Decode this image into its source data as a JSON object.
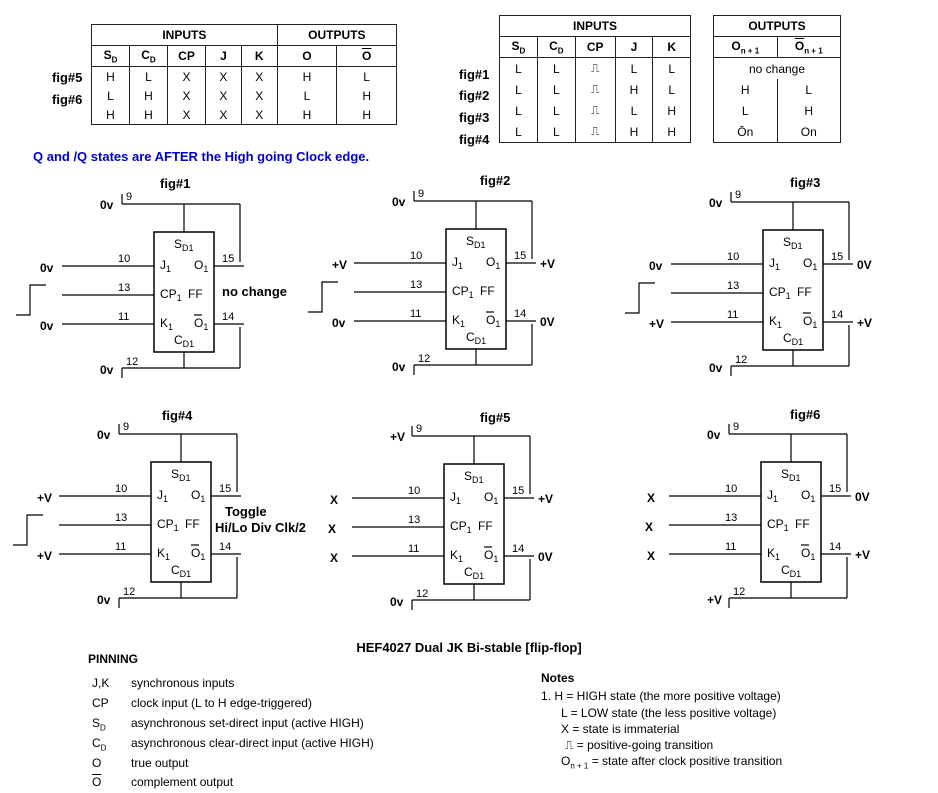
{
  "table_left": {
    "group_inputs": "INPUTS",
    "group_outputs": "OUTPUTS",
    "headers": [
      "SD",
      "CD",
      "CP",
      "J",
      "K",
      "O",
      "Ō"
    ],
    "row_labels": [
      "fig#5",
      "fig#6",
      ""
    ],
    "rows": [
      [
        "H",
        "L",
        "X",
        "X",
        "X",
        "H",
        "L"
      ],
      [
        "L",
        "H",
        "X",
        "X",
        "X",
        "L",
        "H"
      ],
      [
        "H",
        "H",
        "X",
        "X",
        "X",
        "H",
        "H"
      ]
    ]
  },
  "table_right": {
    "group_inputs": "INPUTS",
    "group_outputs": "OUTPUTS",
    "headers": [
      "SD",
      "CD",
      "CP",
      "J",
      "K",
      "On+1",
      "Ōn+1"
    ],
    "row_labels": [
      "fig#1",
      "fig#2",
      "fig#3",
      "fig#4"
    ],
    "rows": [
      [
        "L",
        "L",
        "rise",
        "L",
        "L"
      ],
      [
        "L",
        "L",
        "rise",
        "H",
        "L"
      ],
      [
        "L",
        "L",
        "rise",
        "L",
        "H"
      ],
      [
        "L",
        "L",
        "rise",
        "H",
        "H"
      ]
    ],
    "outputs": [
      [
        "no change"
      ],
      [
        "H",
        "L"
      ],
      [
        "L",
        "H"
      ],
      [
        "Ōn",
        "On"
      ]
    ]
  },
  "clock_note": "Q and /Q states are AFTER the High going Clock edge.",
  "figures": [
    {
      "label": "fig#1",
      "pin9": "0v",
      "pin10": "0v",
      "pin11": "0v",
      "pin12": "0v",
      "pin13": "",
      "out15": "",
      "out14": "",
      "clock": true,
      "side": "no change"
    },
    {
      "label": "fig#2",
      "pin9": "0v",
      "pin10": "+V",
      "pin11": "0v",
      "pin12": "0v",
      "pin13": "",
      "out15": "+V",
      "out14": "0V",
      "clock": true,
      "side": ""
    },
    {
      "label": "fig#3",
      "pin9": "0v",
      "pin10": "0v",
      "pin11": "+V",
      "pin12": "0v",
      "pin13": "",
      "out15": "0V",
      "out14": "+V",
      "clock": true,
      "side": ""
    },
    {
      "label": "fig#4",
      "pin9": "0v",
      "pin10": "+V",
      "pin11": "+V",
      "pin12": "0v",
      "pin13": "",
      "out15": "",
      "out14": "",
      "clock": true,
      "side": "Toggle\nHi/Lo Div Clk/2"
    },
    {
      "label": "fig#5",
      "pin9": "+V",
      "pin10": "X",
      "pin11": "X",
      "pin12": "0v",
      "pin13": "X",
      "out15": "+V",
      "out14": "0V",
      "clock": false,
      "side": ""
    },
    {
      "label": "fig#6",
      "pin9": "0v",
      "pin10": "X",
      "pin11": "X",
      "pin12": "+V",
      "pin13": "X",
      "out15": "0V",
      "out14": "+V",
      "clock": false,
      "side": ""
    }
  ],
  "chip_labels": {
    "sd": "SD1",
    "cd": "CD1",
    "j": "J1",
    "k": "K1",
    "cp": "CP1",
    "ff": "FF",
    "o": "O1",
    "onot": "Ō1"
  },
  "pin_numbers": [
    "9",
    "10",
    "13",
    "11",
    "12",
    "15",
    "14"
  ],
  "main_title": "HEF4027 Dual JK Bi-stable [flip-flop]",
  "pinning": {
    "title": "PINNING",
    "items": [
      {
        "sym": "J,K",
        "desc": "synchronous inputs"
      },
      {
        "sym": "CP",
        "desc": "clock input (L to H edge-triggered)"
      },
      {
        "sym": "SD",
        "desc": "asynchronous set-direct input (active HIGH)"
      },
      {
        "sym": "CD",
        "desc": "asynchronous clear-direct input (active HIGH)"
      },
      {
        "sym": "O",
        "desc": "true output"
      },
      {
        "sym": "Ō",
        "desc": "complement output"
      }
    ]
  },
  "notes": {
    "title": "Notes",
    "lines": [
      "1.  H = HIGH state (the more positive voltage)",
      "L = LOW state (the less positive voltage)",
      "X = state is immaterial",
      "= positive-going transition",
      "On+1 = state after clock positive transition"
    ]
  }
}
